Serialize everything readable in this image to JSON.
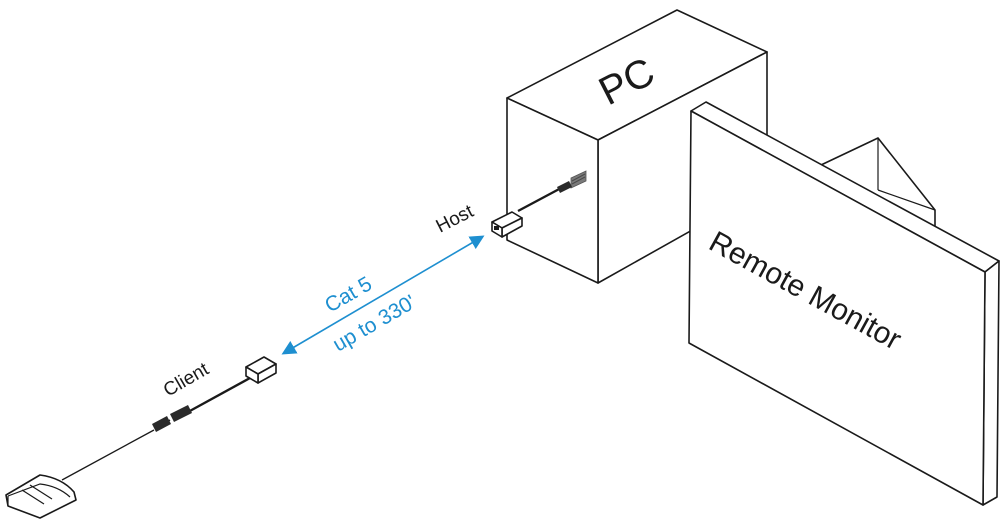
{
  "labels": {
    "pc": "PC",
    "monitor": "Remote Monitor",
    "host": "Host",
    "client": "Client",
    "cable_type": "Cat 5",
    "cable_length": "up to 330'"
  },
  "colors": {
    "cable_accent": "#1e8fd0",
    "outline": "#1a1a1a",
    "fill": "#ffffff",
    "connector_dark": "#2a2a2a",
    "port_gray": "#7a7a7a"
  },
  "icons": {
    "pc": "pc-tower-icon",
    "monitor": "monitor-icon",
    "host_unit": "host-extender-icon",
    "client_unit": "client-extender-icon",
    "mouse": "mouse-icon"
  }
}
